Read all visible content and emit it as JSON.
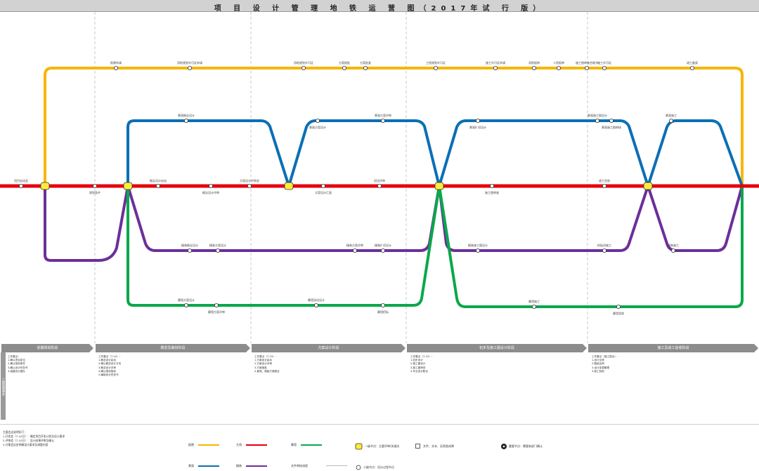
{
  "title": "项 目 设 计 管 理 地 铁 运 营 图（2017年试 行 版）",
  "colors": {
    "main": "#e5000b",
    "yellow": "#f7b500",
    "blue": "#0b6fb6",
    "purple": "#6b2f9a",
    "green": "#0aa84a",
    "stage": "#8c8c8c"
  },
  "stages": [
    {
      "label": "前期规划阶段"
    },
    {
      "label": "概念及策划阶段"
    },
    {
      "label": "方案设计阶段"
    },
    {
      "label": "初步及施工图设计阶段"
    },
    {
      "label": "施工及竣工验收阶段"
    }
  ],
  "side_label": "一般管理事务",
  "main_line": [
    {
      "label": "项目启动会"
    },
    {
      "label": "规划条件"
    },
    {
      "label": "概念设计启动"
    },
    {
      "label": "概念设计评审"
    },
    {
      "label": "方案设计评审会"
    },
    {
      "label": "方案设计汇报"
    },
    {
      "label": "初设评审"
    },
    {
      "label": "施工图审查"
    },
    {
      "label": "竣工验收"
    }
  ],
  "yellow_line": [
    {
      "label": "报建申请"
    },
    {
      "label": "用地规划许可证申请"
    },
    {
      "label": "用地规划许可证"
    },
    {
      "label": "方案报批"
    },
    {
      "label": "方案批复"
    },
    {
      "label": "工程规划许可证"
    },
    {
      "label": "施工许可证申请"
    },
    {
      "label": "消防报审"
    },
    {
      "label": "人防报审"
    },
    {
      "label": "施工图审查合格书"
    },
    {
      "label": "施工许可证"
    },
    {
      "label": "竣工备案"
    }
  ],
  "blue_line": [
    {
      "label": "景观概念设计"
    },
    {
      "label": "景观方案设计"
    },
    {
      "label": "景观方案评审"
    },
    {
      "label": "景观扩初设计"
    },
    {
      "label": "景观施工图设计"
    },
    {
      "label": "景观施工图审核"
    },
    {
      "label": "景观施工"
    }
  ],
  "purple_line": [
    {
      "label": "精装概念设计"
    },
    {
      "label": "精装方案设计"
    },
    {
      "label": "精装方案评审"
    },
    {
      "label": "精装扩初设计"
    },
    {
      "label": "精装施工图设计"
    },
    {
      "label": "样板间施工"
    },
    {
      "label": "精装施工"
    }
  ],
  "green_line": [
    {
      "label": "幕墙方案设计"
    },
    {
      "label": "幕墙方案评审"
    },
    {
      "label": "幕墙深化设计"
    },
    {
      "label": "幕墙招标"
    },
    {
      "label": "幕墙施工"
    },
    {
      "label": "幕墙验收"
    }
  ],
  "notes": [
    "工作要点：\n1.确认项目定位\n2.确认规划条件\n3.确认设计任务书\n4.组建设计团队",
    "工作要点（7-10）：\n1.概念设计启动\n2.确认概念设计方向\n3.概念设计评审\n4.确认规划指标\n5.编制设计任务书",
    "工作要点（7-10）：\n1.方案设计启动\n2.方案设计评审\n3.方案报批\n4.景观、精装方案配合",
    "工作要点（7-10）：\n1.初步设计\n2.施工图设计\n3.施工图审查\n4.专业设计配合",
    "工作要点（施工配合）：\n1.设计交底\n2.图纸会审\n3.设计变更管理\n4.竣工验收"
  ],
  "legend": {
    "notes": "主要会议说明如下：\n1.开发会（7-10日）：确定项目开发计划及设计要求\n2.评审会（7-10日）：设计成果评审及确认\n3.方案会议应明确设计要求及调整内容",
    "items": [
      {
        "label": "报建"
      },
      {
        "label": "主线"
      },
      {
        "label": "幕墙"
      },
      {
        "label": "景观"
      },
      {
        "label": "精装"
      },
      {
        "label": "文件审核流程"
      },
      {
        "label": "一级节点：主要评审/关键点"
      },
      {
        "label": "二级节点：设计过程节点"
      },
      {
        "label": "文件、文本、证照类成果"
      },
      {
        "label": "重要节点：需要各部门确认"
      }
    ]
  }
}
